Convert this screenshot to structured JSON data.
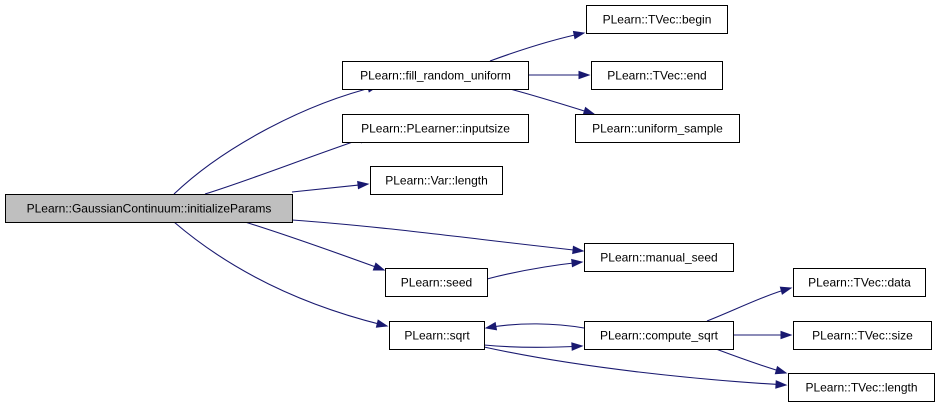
{
  "colors": {
    "edge": "#191970",
    "node_border": "#000000",
    "node_fill": "#ffffff",
    "root_fill": "#bfbfbf",
    "text": "#000000"
  },
  "nodes": {
    "root": "PLearn::GaussianContinuum::initializeParams",
    "fill_random_uniform": "PLearn::fill_random_uniform",
    "tvec_begin": "PLearn::TVec::begin",
    "tvec_end": "PLearn::TVec::end",
    "uniform_sample": "PLearn::uniform_sample",
    "plearner_inputsize": "PLearn::PLearner::inputsize",
    "var_length": "PLearn::Var::length",
    "manual_seed": "PLearn::manual_seed",
    "seed": "PLearn::seed",
    "sqrt": "PLearn::sqrt",
    "compute_sqrt": "PLearn::compute_sqrt",
    "tvec_data": "PLearn::TVec::data",
    "tvec_size": "PLearn::TVec::size",
    "tvec_length": "PLearn::TVec::length"
  },
  "edges": [
    [
      "root",
      "fill_random_uniform"
    ],
    [
      "root",
      "plearner_inputsize"
    ],
    [
      "root",
      "var_length"
    ],
    [
      "root",
      "manual_seed"
    ],
    [
      "root",
      "seed"
    ],
    [
      "root",
      "sqrt"
    ],
    [
      "fill_random_uniform",
      "tvec_begin"
    ],
    [
      "fill_random_uniform",
      "tvec_end"
    ],
    [
      "fill_random_uniform",
      "uniform_sample"
    ],
    [
      "seed",
      "manual_seed"
    ],
    [
      "sqrt",
      "compute_sqrt"
    ],
    [
      "sqrt",
      "tvec_length"
    ],
    [
      "compute_sqrt",
      "sqrt"
    ],
    [
      "compute_sqrt",
      "tvec_data"
    ],
    [
      "compute_sqrt",
      "tvec_size"
    ],
    [
      "compute_sqrt",
      "tvec_length"
    ]
  ]
}
